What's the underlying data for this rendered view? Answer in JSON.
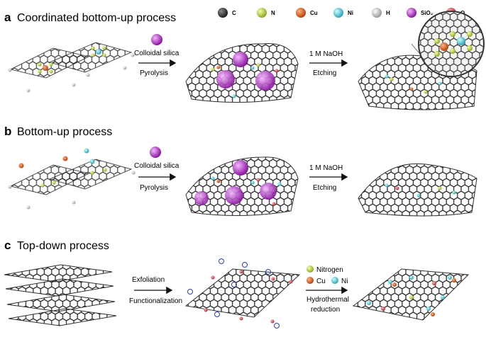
{
  "legend": [
    {
      "symbol": "C",
      "color": "#3a3a3a"
    },
    {
      "symbol": "N",
      "color": "#c6dc3a"
    },
    {
      "symbol": "Cu",
      "color": "#e2682a"
    },
    {
      "symbol": "Ni",
      "color": "#5fd6e0"
    },
    {
      "symbol": "H",
      "color": "#d6d6d6"
    },
    {
      "symbol": "SiO₂",
      "color": "#c23fd6"
    },
    {
      "symbol": "O",
      "color": "#e0525c"
    }
  ],
  "panels": [
    {
      "letter": "a",
      "title": "Coordinated bottom-up process",
      "step1_above": "Colloidal silica",
      "step1_below": "Pyrolysis",
      "step2_above": "1 M NaOH",
      "step2_below": "Etching"
    },
    {
      "letter": "b",
      "title": "Bottom-up process",
      "step1_above": "Colloidal silica",
      "step1_below": "Pyrolysis",
      "step2_above": "1 M NaOH",
      "step2_below": "Etching"
    },
    {
      "letter": "c",
      "title": "Top-down process",
      "step1_above": "Exfoliation",
      "step1_below": "Functionalization",
      "step2_legend_nitrogen": "Nitrogen",
      "step2_legend_cu": "Cu",
      "step2_legend_ni": "Ni",
      "step2_below_line1": "Hydrothermal",
      "step2_below_line2": "reduction"
    }
  ],
  "colors": {
    "carbon": "#3a3a3a",
    "nitrogen": "#c6dc3a",
    "copper": "#e2682a",
    "nickel": "#5fd6e0",
    "hydrogen": "#d6d6d6",
    "silica": "#c23fd6",
    "oxygen": "#e0525c",
    "carboxyl_charge": "#2b3fa8"
  }
}
